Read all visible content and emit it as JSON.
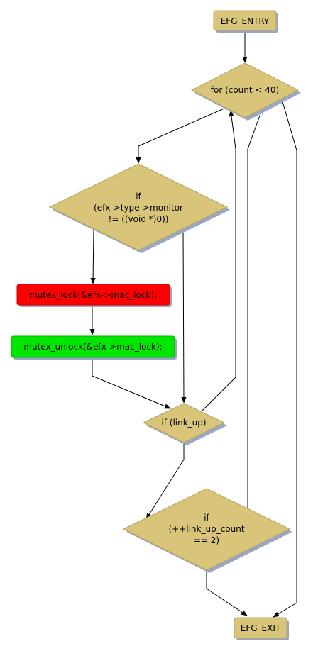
{
  "colors": {
    "node_fill": "#d8c57a",
    "node_stroke": "#b9a35a",
    "lock_fill": "#ff0000",
    "unlock_fill": "#00e600",
    "shadow": "#9aa7c2",
    "edge": "#000000"
  },
  "nodes": {
    "entry": {
      "label": "EFG_ENTRY"
    },
    "for_loop": {
      "label": "for (count < 40)"
    },
    "if_monitor": {
      "lines": [
        "if",
        "(efx->type->monitor",
        "!= ((void *)0))"
      ]
    },
    "mutex_lock": {
      "label": "mutex_lock(&efx->mac_lock);"
    },
    "mutex_unlock": {
      "label": "mutex_unlock(&efx->mac_lock);"
    },
    "if_link_up": {
      "label": "if (link_up)"
    },
    "if_count": {
      "lines": [
        "if",
        "(++link_up_count",
        "== 2)"
      ]
    },
    "exit": {
      "label": "EFG_EXIT"
    }
  }
}
